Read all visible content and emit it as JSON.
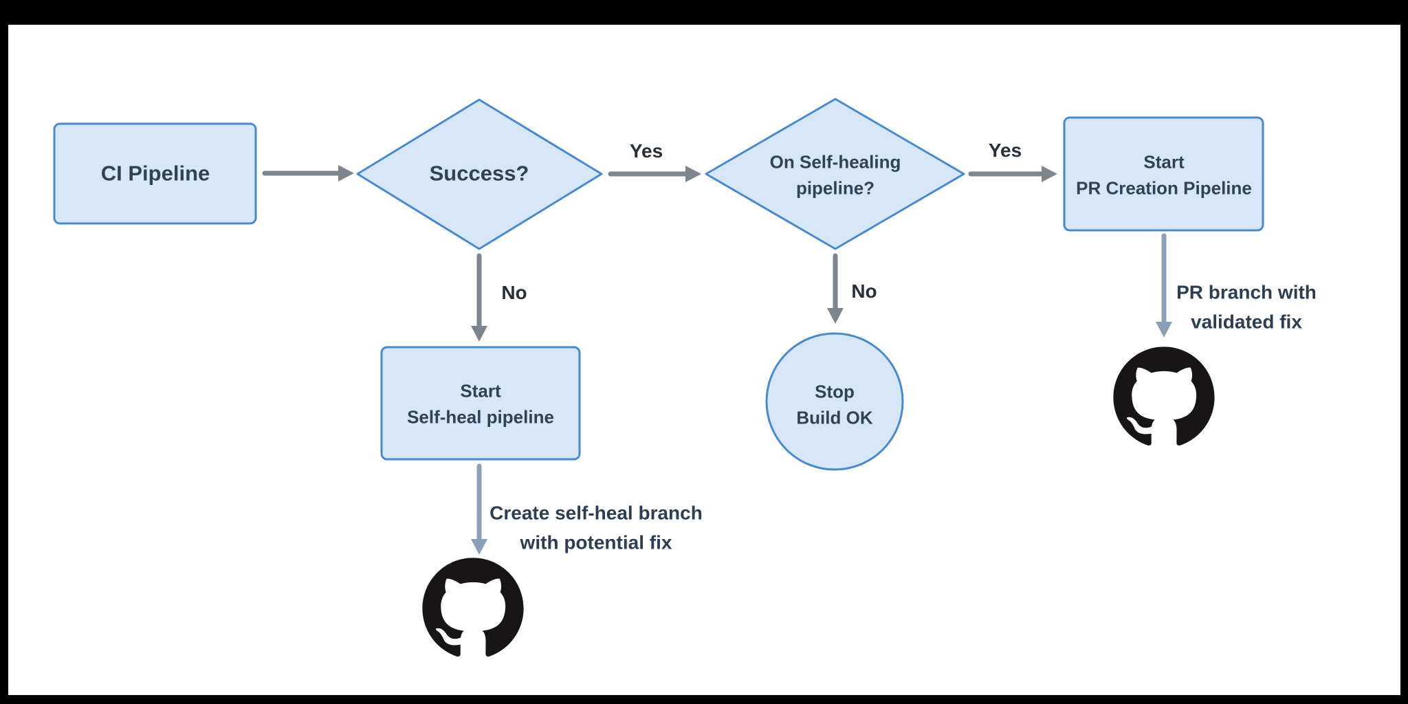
{
  "colors": {
    "node_fill": "#d8e7f7",
    "node_border": "#4a8ac9",
    "node_text": "#2f4358",
    "edge_label_text": "#272f38",
    "annotation_text": "#2c3e50",
    "arrow_gray": "#7d858e",
    "arrow_slate": "#8ba0b5",
    "github_black": "#171515",
    "canvas_frame": "#000000",
    "canvas_panel": "#ffffff"
  },
  "nodes": {
    "ci_pipeline": {
      "shape": "rectangle",
      "label": "CI Pipeline"
    },
    "success": {
      "shape": "diamond",
      "label": "Success?"
    },
    "on_self_healing": {
      "shape": "diamond",
      "label": "On Self-healing\npipeline?"
    },
    "start_pr_creation": {
      "shape": "rectangle",
      "label": "Start\nPR Creation Pipeline"
    },
    "start_self_heal": {
      "shape": "rectangle",
      "label": "Start\nSelf-heal pipeline"
    },
    "stop_build_ok": {
      "shape": "circle",
      "label": "Stop\nBuild OK"
    }
  },
  "edges": {
    "success_yes": {
      "from": "success",
      "to": "on_self_healing",
      "label": "Yes"
    },
    "success_no": {
      "from": "success",
      "to": "start_self_heal",
      "label": "No"
    },
    "self_healing_yes": {
      "from": "on_self_healing",
      "to": "start_pr_creation",
      "label": "Yes"
    },
    "self_healing_no": {
      "from": "on_self_healing",
      "to": "stop_build_ok",
      "label": "No"
    },
    "self_heal_output": {
      "from": "start_self_heal",
      "to": "github",
      "label": "Create self-heal branch\nwith potential fix"
    },
    "pr_output": {
      "from": "start_pr_creation",
      "to": "github",
      "label": "PR branch with\nvalidated fix"
    }
  },
  "icons": {
    "github_self_heal": "github-icon",
    "github_pr": "github-icon"
  }
}
